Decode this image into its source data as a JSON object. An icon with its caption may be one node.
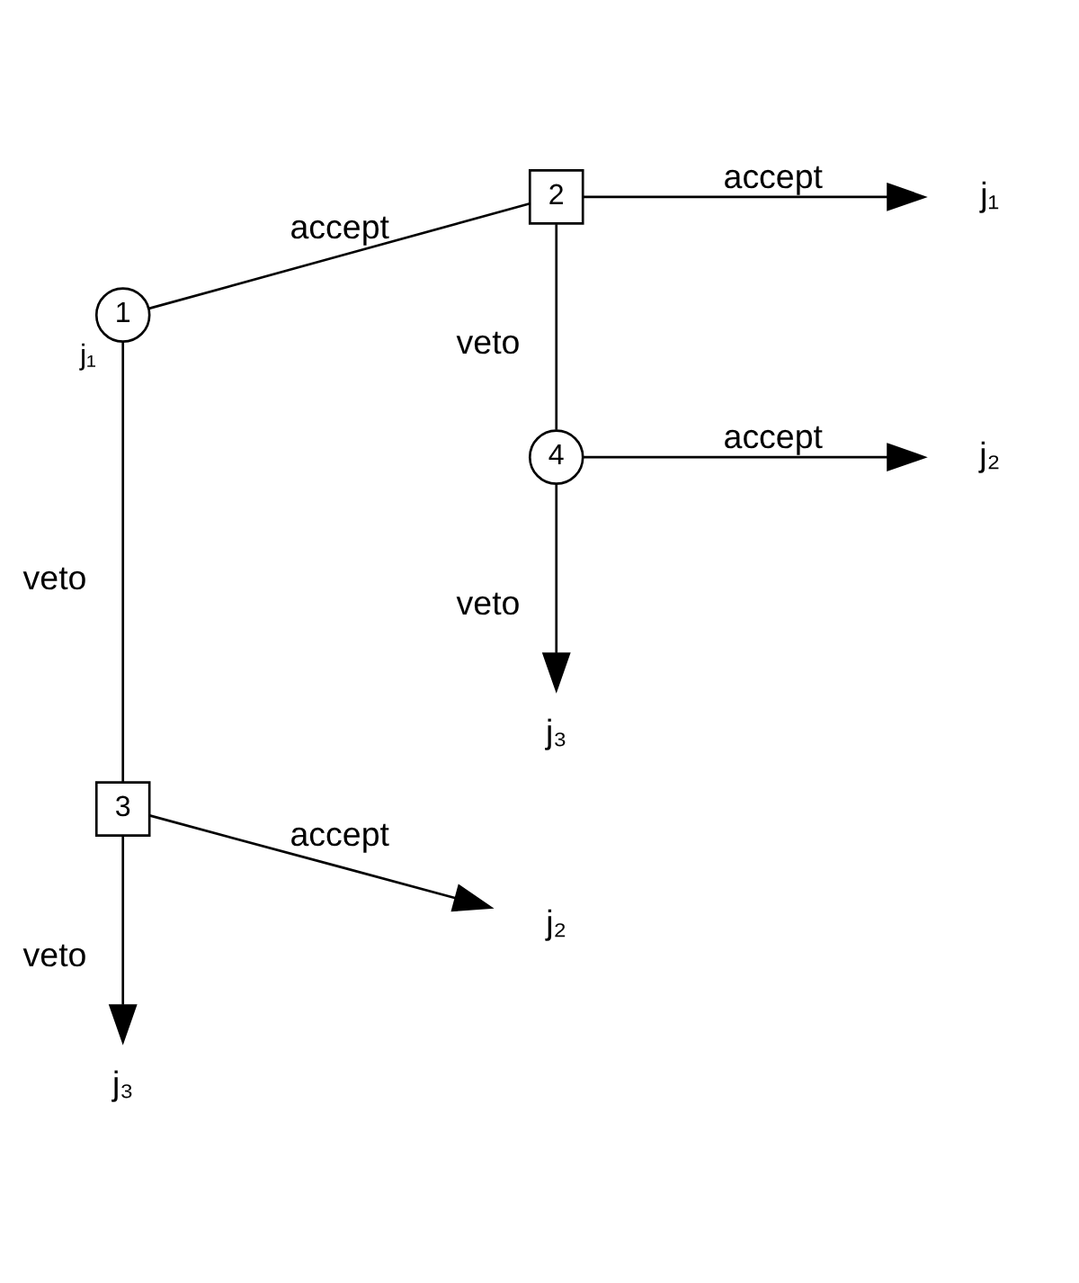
{
  "diagram": {
    "nodes": [
      {
        "text": [
          "1"
        ],
        "beside": [
          "j₁"
        ]
      },
      {
        "text": [
          "2"
        ]
      },
      {
        "text": [
          "4"
        ]
      },
      {
        "text": [
          "3"
        ]
      },
      {
        "text": [
          "j₁"
        ]
      },
      {
        "text": [
          "j₂"
        ]
      },
      {
        "text": [
          "j₃"
        ]
      },
      {
        "text": [
          "j₂"
        ]
      },
      {
        "text": [
          "j₃"
        ]
      }
    ],
    "edges": [
      {
        "from": 0,
        "to": 1,
        "arrow": "none",
        "label": "accept"
      },
      {
        "from": 1,
        "to": 4,
        "arrow": "to",
        "label": "accept"
      },
      {
        "from": 1,
        "to": 2,
        "arrow": "none",
        "label": "veto"
      },
      {
        "from": 2,
        "to": 5,
        "arrow": "to",
        "label": "accept"
      },
      {
        "from": 2,
        "to": 6,
        "arrow": "to",
        "label": "veto"
      },
      {
        "from": 0,
        "to": 3,
        "arrow": "none",
        "label": "veto"
      },
      {
        "from": 3,
        "to": 7,
        "arrow": "to",
        "label": "accept"
      },
      {
        "from": 3,
        "to": 8,
        "arrow": "to",
        "label": "veto"
      }
    ]
  }
}
